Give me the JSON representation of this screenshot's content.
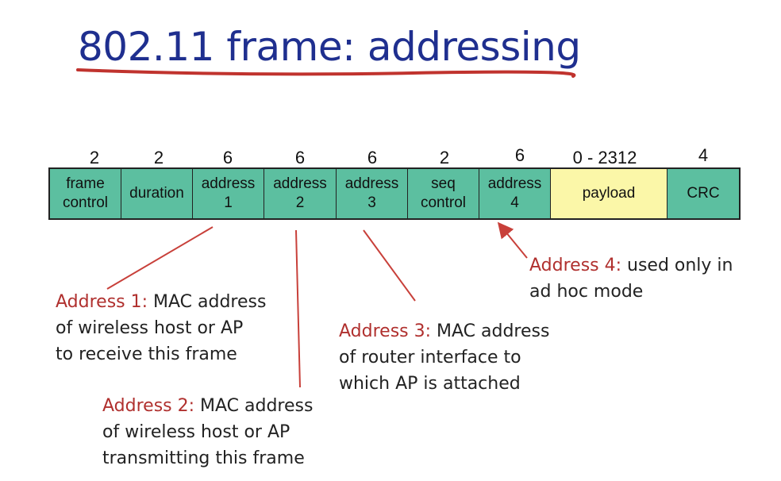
{
  "title": "802.11 frame: addressing",
  "colors": {
    "title": "#1f2f8f",
    "underline": "#c0332e",
    "field": "#5cbfa0",
    "payload": "#fbf7a8",
    "annotation_lead": "#b0302e",
    "arrow": "#c8403a"
  },
  "fields": [
    {
      "label": "frame\ncontrol",
      "size": "2"
    },
    {
      "label": "duration",
      "size": "2"
    },
    {
      "label": "address\n1",
      "size": "6"
    },
    {
      "label": "address\n2",
      "size": "6"
    },
    {
      "label": "address\n3",
      "size": "6"
    },
    {
      "label": "seq\ncontrol",
      "size": "2"
    },
    {
      "label": "address\n4",
      "size": "6"
    },
    {
      "label": "payload",
      "size": "0 - 2312"
    },
    {
      "label": "CRC",
      "size": "4"
    }
  ],
  "annotations": {
    "addr1": {
      "lead": "Address 1:",
      "line1": " MAC address",
      "line2": "of wireless host or AP",
      "line3": "to receive this frame"
    },
    "addr2": {
      "lead": "Address 2:",
      "line1": " MAC address",
      "line2": "of wireless host or AP",
      "line3": "transmitting this frame"
    },
    "addr3": {
      "lead": "Address 3:",
      "line1": " MAC address",
      "line2": "of router interface to",
      "line3": "which AP is attached"
    },
    "addr4": {
      "lead": "Address 4:",
      "line1": " used only in",
      "line2": "ad hoc mode"
    }
  }
}
